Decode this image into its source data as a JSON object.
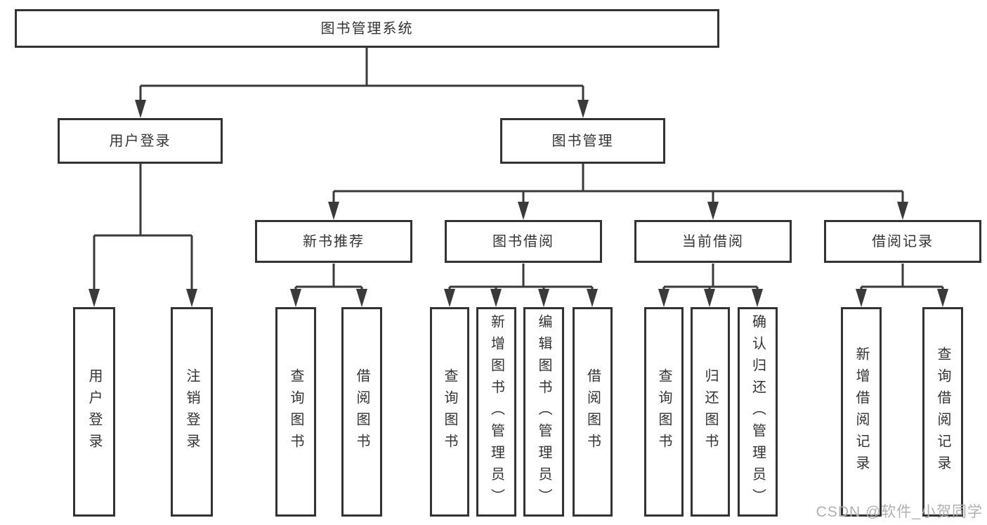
{
  "diagram": {
    "title": "图书管理系统",
    "branches": {
      "user_login": {
        "label": "用户登录",
        "children": [
          "用户登录",
          "注销登录"
        ]
      },
      "book_mgmt": {
        "label": "图书管理",
        "sections": [
          {
            "label": "新书推荐",
            "children": [
              "查询图书",
              "借阅图书"
            ]
          },
          {
            "label": "图书借阅",
            "children": [
              "查询图书",
              "新增图书（管理员）",
              "编辑图书（管理员）",
              "借阅图书"
            ]
          },
          {
            "label": "当前借阅",
            "children": [
              "查询图书",
              "归还图书",
              "确认归还（管理员）"
            ]
          },
          {
            "label": "借阅记录",
            "children": [
              "新增借阅记录",
              "查询借阅记录"
            ]
          }
        ]
      }
    }
  },
  "watermark": "CSDN @软件_小贺同学",
  "colors": {
    "line": "#3a3a3a",
    "box_border": "#333333",
    "text": "#333333",
    "background": "#ffffff",
    "watermark": "#b0b0b0"
  }
}
